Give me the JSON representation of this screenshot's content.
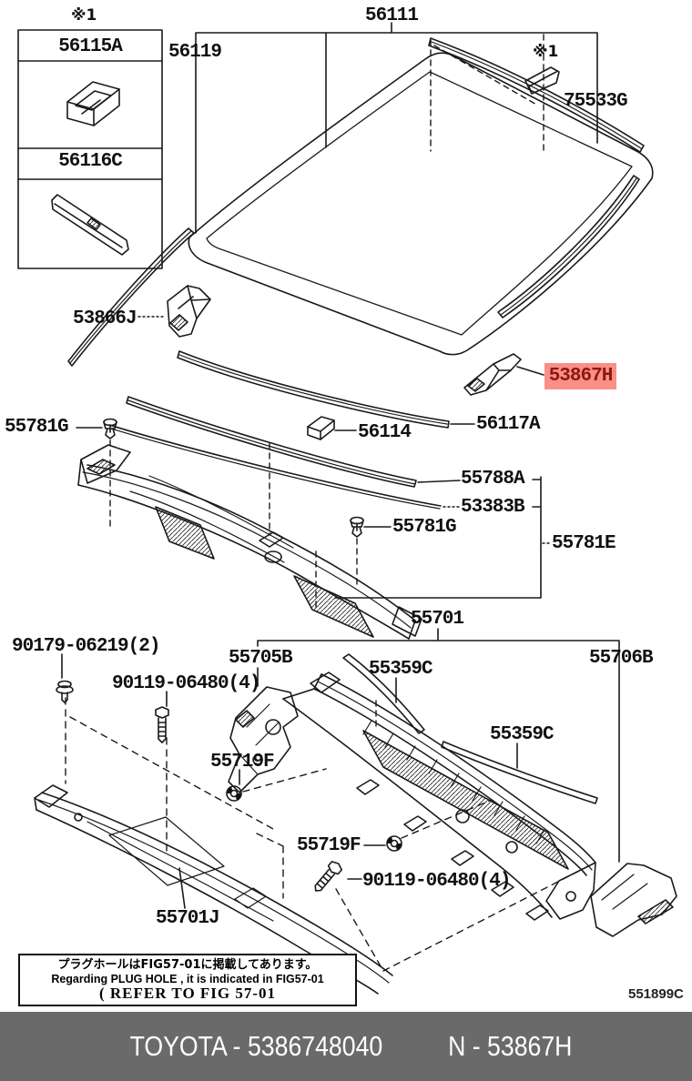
{
  "ref_mark": "※1",
  "part_labels": {
    "p56111": "56111",
    "p56119": "56119",
    "p75533G": "75533G",
    "p56115A": "56115A",
    "p56116C": "56116C",
    "p53866J": "53866J",
    "p53867H": "53867H",
    "p56114": "56114",
    "p56117A": "56117A",
    "p55781G_1": "55781G",
    "p55788A": "55788A",
    "p53383B": "53383B",
    "p55781G_2": "55781G",
    "p55781E": "55781E",
    "p55701": "55701",
    "p90179": "90179-06219(2)",
    "p55705B": "55705B",
    "p90119_1": "90119-06480(4)",
    "p55706B": "55706B",
    "p55359C_1": "55359C",
    "p55359C_2": "55359C",
    "p55719F_1": "55719F",
    "p55719F_2": "55719F",
    "p90119_2": "90119-06480(4)",
    "p55701J": "55701J"
  },
  "highlight": {
    "part": "53867H",
    "bg": "#f98f88",
    "text_color": "#8f1710"
  },
  "note_box": {
    "line1": "プラグホールはFIG57-01に掲載してあります。",
    "line2": "Regarding PLUG HOLE , it is indicated in FIG57-01",
    "line3": "( REFER TO FIG 57-01"
  },
  "diagram_code": "551899C",
  "footer": {
    "left": "TOYOTA - 5386748040",
    "right": "N - 53867H",
    "bg": "#6a6a6a",
    "text_color": "#ffffff"
  }
}
